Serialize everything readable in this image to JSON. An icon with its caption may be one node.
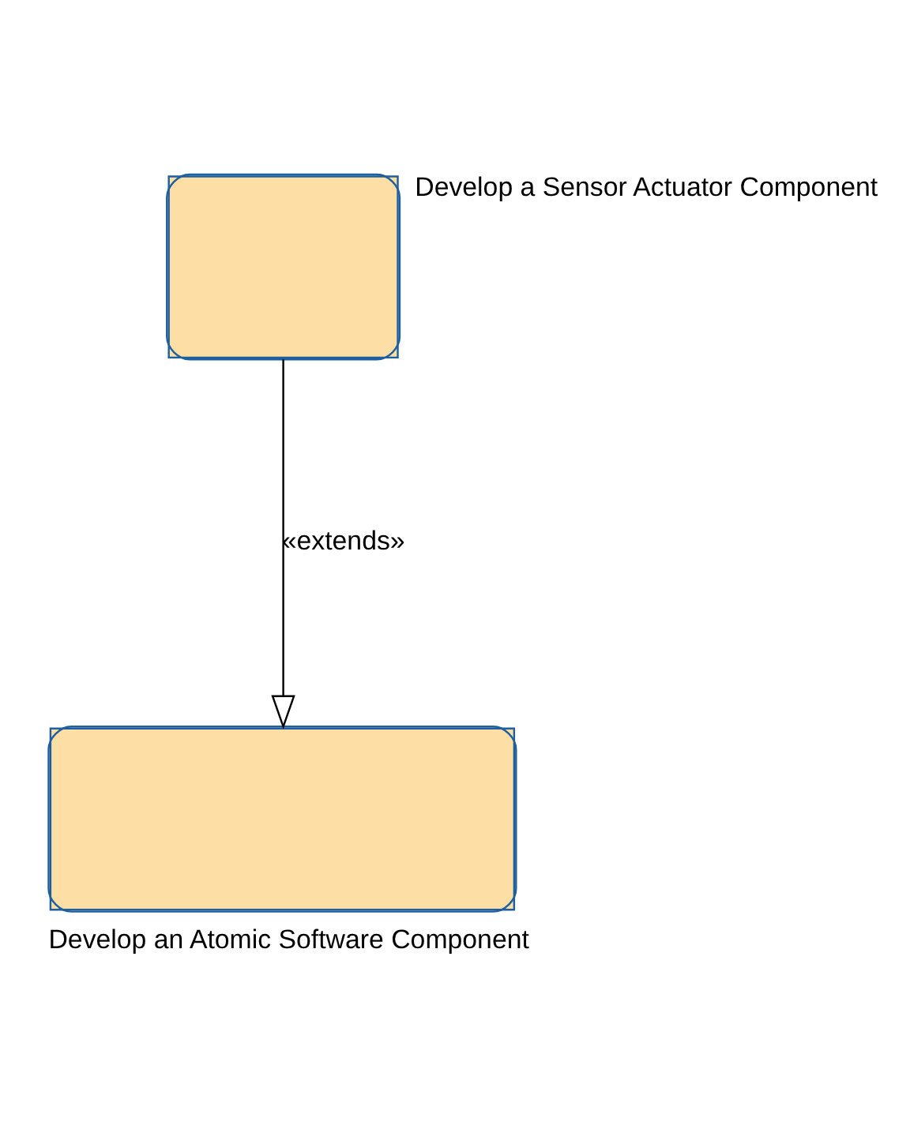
{
  "diagram": {
    "nodes": [
      {
        "text": [
          "Develop a Sensor Actuator Component"
        ]
      },
      {
        "text": [
          "Develop an Atomic Software Component"
        ]
      }
    ],
    "edges": [
      {
        "from": 0,
        "to": 1,
        "arrow": "to",
        "label": "«extends»"
      }
    ]
  }
}
